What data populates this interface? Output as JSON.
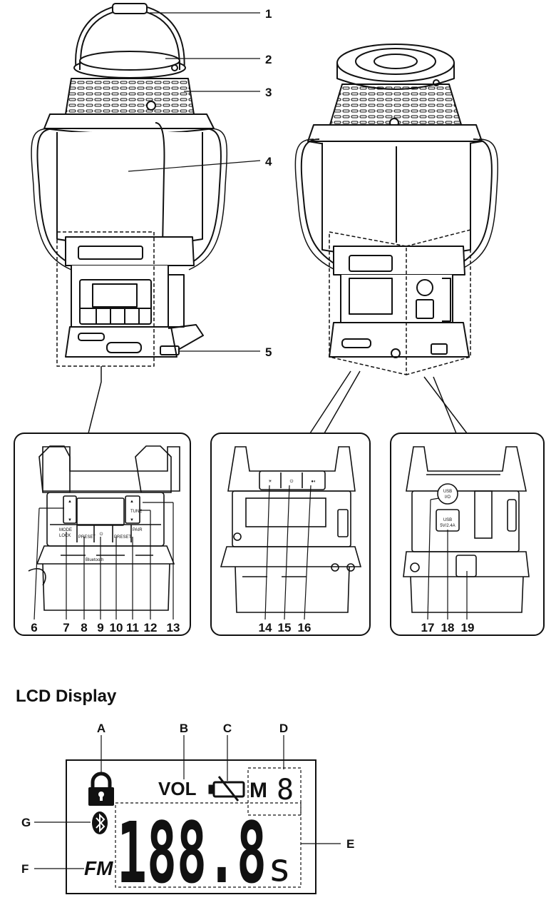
{
  "callouts_top": [
    "1",
    "2",
    "3",
    "4",
    "5"
  ],
  "callouts_panel_left": [
    "6",
    "7",
    "8",
    "9",
    "10",
    "11",
    "12",
    "13"
  ],
  "callouts_panel_mid": [
    "14",
    "15",
    "16"
  ],
  "callouts_panel_right": [
    "17",
    "18",
    "19"
  ],
  "panel_labels": {
    "mode": "MODE",
    "lock": "LOCK",
    "preset": "PRESET",
    "preset2": "PRESET",
    "tune": "TUNE",
    "bt_pair": "PAIR",
    "bluetooth": "Bluetooth",
    "usb_io_top": "USB",
    "usb_io_bottom": "I/O",
    "usb_out": "USB",
    "usb_rating": "5V/2.4A"
  },
  "lcd": {
    "section_title": "LCD Display",
    "letters": [
      "A",
      "B",
      "C",
      "D",
      "E",
      "F",
      "G"
    ],
    "vol": "VOL",
    "memory": "M",
    "memory_digit": "8",
    "digits": "188.8",
    "suffix": "s",
    "band": "FM"
  }
}
